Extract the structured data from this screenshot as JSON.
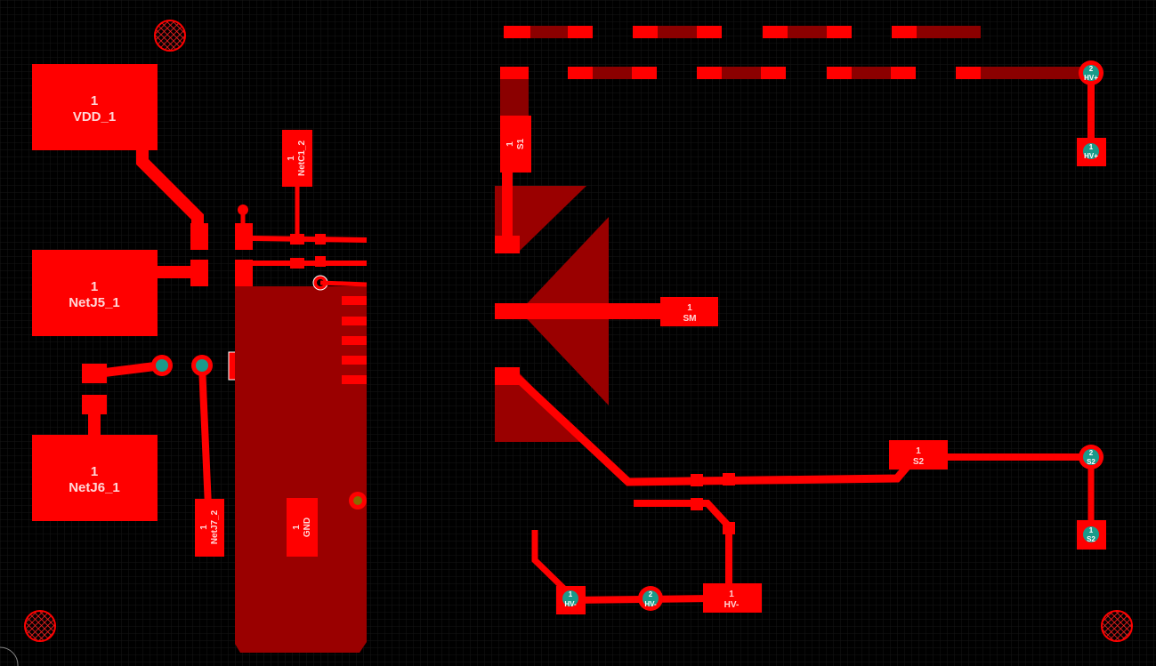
{
  "colors": {
    "background": "#000000",
    "grid": "#1c1c1c",
    "copper": "#ff0000",
    "copper_dark": "#8b0000",
    "via": "#1a9a8a",
    "label": "#ffd7d7"
  },
  "labels": {
    "vdd": {
      "num": "1",
      "name": "VDD_1"
    },
    "netj5": {
      "num": "1",
      "name": "NetJ5_1"
    },
    "netj6": {
      "num": "1",
      "name": "NetJ6_1"
    },
    "netc1": {
      "num": "1",
      "name": "NetC1_2"
    },
    "netj7": {
      "num": "1",
      "name": "NetJ7_2"
    },
    "gnd": {
      "num": "1",
      "name": "GND"
    },
    "s1": {
      "num": "1",
      "name": "S1"
    },
    "sm": {
      "num": "1",
      "name": "SM"
    },
    "s2_pad": {
      "num": "1",
      "name": "S2"
    },
    "s2_via2": {
      "num": "2",
      "name": "S2"
    },
    "s2_via1": {
      "num": "1",
      "name": "S2"
    },
    "hvplus_via2": {
      "num": "2",
      "name": "HV+"
    },
    "hvplus_via1": {
      "num": "1",
      "name": "HV+"
    },
    "hvminus_via1": {
      "num": "1",
      "name": "HV-"
    },
    "hvminus_via2": {
      "num": "2",
      "name": "HV-"
    },
    "hvminus_pad": {
      "num": "1",
      "name": "HV-"
    }
  }
}
